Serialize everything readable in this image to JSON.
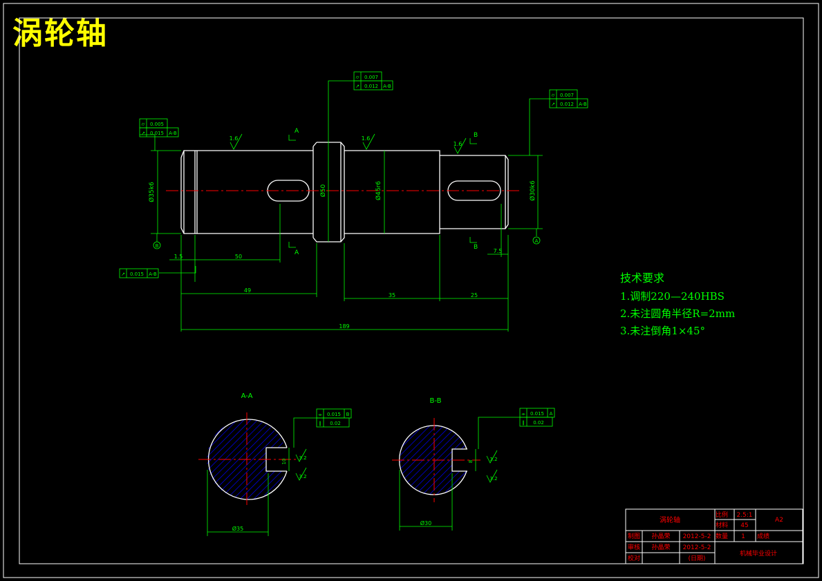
{
  "title": "涡轮轴",
  "tech_requirements": {
    "heading": "技术要求",
    "items": [
      "1.调制220—240HBS",
      "2.未注圆角半径R=2mm",
      "3.未注倒角1×45°"
    ]
  },
  "labels": {
    "section_a_mark": "A",
    "section_b_mark": "B",
    "datum_a": "A",
    "datum_b": "B",
    "section_aa": "A-A",
    "section_bb": "B-B"
  },
  "tolerances": {
    "top_center": {
      "sym1": "⌭",
      "val1": "0.007",
      "sym2": "↗",
      "val2": "0.012",
      "ref2": "A-B"
    },
    "top_right": {
      "sym1": "⌭",
      "val1": "0.007",
      "sym2": "↗",
      "val2": "0.012",
      "ref2": "A-B"
    },
    "top_left": {
      "sym1": "⌭",
      "val1": "0.005",
      "sym2": "↗",
      "val2": "0.015",
      "ref2": "A-B"
    },
    "left_lower": {
      "sym1": "↗",
      "val1": "0.015",
      "ref1": "A-B"
    },
    "sec_a": {
      "sym1": "⌯",
      "val1": "0.015",
      "ref1": "B",
      "sym2": "∥",
      "val2": "0.02"
    },
    "sec_b": {
      "sym1": "⌯",
      "val1": "0.015",
      "ref1": "A",
      "sym2": "∥",
      "val2": "0.02"
    }
  },
  "dimensions": {
    "d_left": "Ø35k6",
    "d_mid": "Ø45r6",
    "d_collar": "Ø50",
    "d_right": "Ø30k6",
    "roughness_1": "1.6",
    "roughness_2": "1.6",
    "roughness_3": "1.6",
    "len_keyway_left": "50",
    "len_49": "49",
    "len_35": "35",
    "len_25": "25",
    "len_total": "189",
    "small_left": "1.5",
    "small_right": "7.5",
    "sec_a_width": "Ø35",
    "sec_b_width": "Ø30",
    "sec_a_rough1": "3.2",
    "sec_a_rough2": "3.2",
    "sec_b_rough1": "3.2",
    "sec_b_rough2": "3.2",
    "sec_a_key": "10",
    "sec_b_key": "8"
  },
  "title_block": {
    "part_name": "涡轮轴",
    "scale_label": "比例",
    "scale_value": "2.5:1",
    "material_label": "材料",
    "material_value": "45",
    "sheet": "A2",
    "row1_role": "制图",
    "row1_name": "孙晶荣",
    "row1_date": "2012-5-2",
    "row1_qty_label": "数量",
    "row1_qty": "1",
    "row1_grade": "成绩",
    "row2_role": "审核",
    "row2_name": "孙晶荣",
    "row2_date": "2012-5-2",
    "row2_note": "(日期)",
    "row3_role": "校对",
    "project": "机械毕业设计"
  },
  "colors": {
    "background": "#000000",
    "outline": "#ffffff",
    "dimension": "#00ff00",
    "centerline": "#ff0000",
    "hatch": "#0000ff",
    "title": "#ffff00",
    "titleblock_text": "#ff0000"
  }
}
